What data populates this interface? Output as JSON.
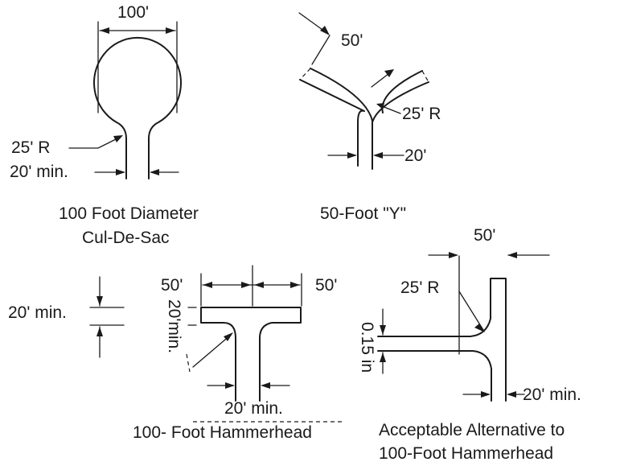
{
  "diagrams": {
    "culdesac": {
      "dim_top": "100'",
      "radius": "25' R",
      "width": "20' min.",
      "caption_line1": "100 Foot Diameter",
      "caption_line2": "Cul-De-Sac"
    },
    "y_turn": {
      "dim_leg": "50'",
      "radius": "25' R",
      "width": "20'",
      "caption": "50-Foot  \"Y\""
    },
    "hammerhead": {
      "dim_left": "50'",
      "dim_right": "50'",
      "dim_height_outside": "20' min.",
      "dim_height_vertical": "20'min.",
      "width": "20' min.",
      "caption": "100- Foot Hammerhead"
    },
    "alternative": {
      "dim_top": "50'",
      "radius": "25' R",
      "vertical_dim": "0.15 in",
      "width": "20' min.",
      "caption_line1": "Acceptable Alternative to",
      "caption_line2": "100-Foot Hammerhead"
    }
  }
}
